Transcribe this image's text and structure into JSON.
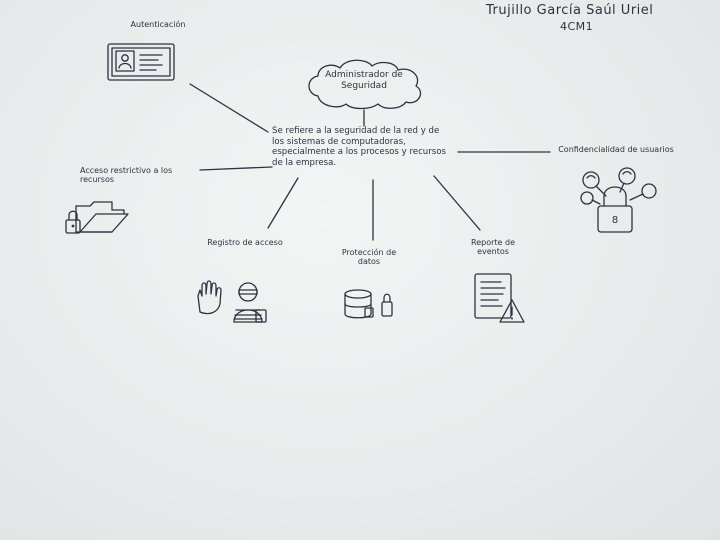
{
  "author": {
    "name": "Trujillo García Saúl Uriel",
    "group": "4CM1"
  },
  "root": {
    "label": "Administrador de Seguridad"
  },
  "center": {
    "text": "Se refiere a la seguridad de la red y de los sistemas de computadoras, especialmente a los procesos y recursos de la empresa."
  },
  "branches": {
    "authentication": {
      "label": "Autenticación",
      "icon": "id-card-icon"
    },
    "restricted_access": {
      "label": "Acceso restrictivo a los recursos",
      "icon": "locked-folder-icon"
    },
    "confidentiality": {
      "label": "Confidencialidad de usuarios",
      "icon": "padlock-users-icon"
    },
    "access_log": {
      "label": "Registro de acceso",
      "icon": "hand-thief-icon"
    },
    "data_protection": {
      "label": "Protección de datos",
      "icon": "database-lock-icon"
    },
    "event_report": {
      "label": "Reporte de eventos",
      "icon": "report-warning-icon"
    }
  },
  "colors": {
    "ink": "#2e3140",
    "paper": "#eef0f0"
  }
}
